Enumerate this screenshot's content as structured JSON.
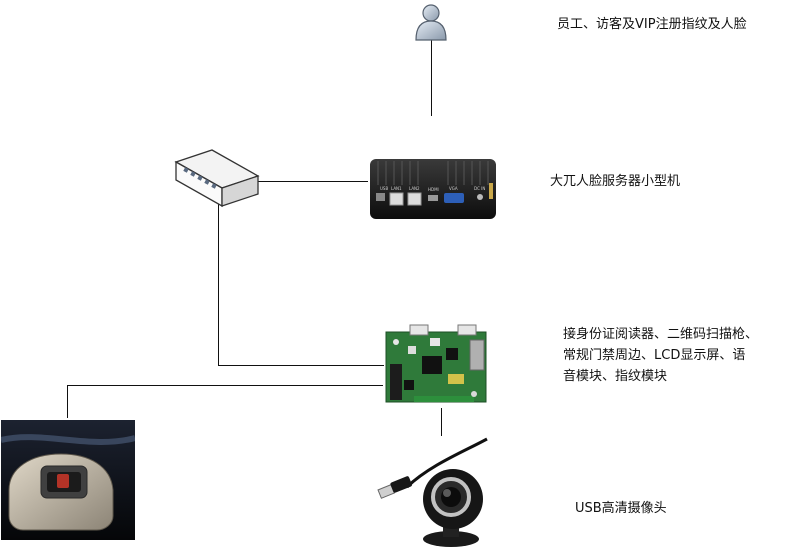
{
  "labels": {
    "user": "员工、访客及VIP注册指纹及人脸",
    "server": "大兀人脸服务器小型机",
    "board": "接身份证阅读器、二维码扫描枪、常规门禁周边、LCD显示屏、语音模块、指纹模块",
    "camera": "USB高清摄像头"
  },
  "server_ports": [
    "USB",
    "LAN1",
    "LAN2",
    "HDMI",
    "VGA",
    "DC IN"
  ]
}
